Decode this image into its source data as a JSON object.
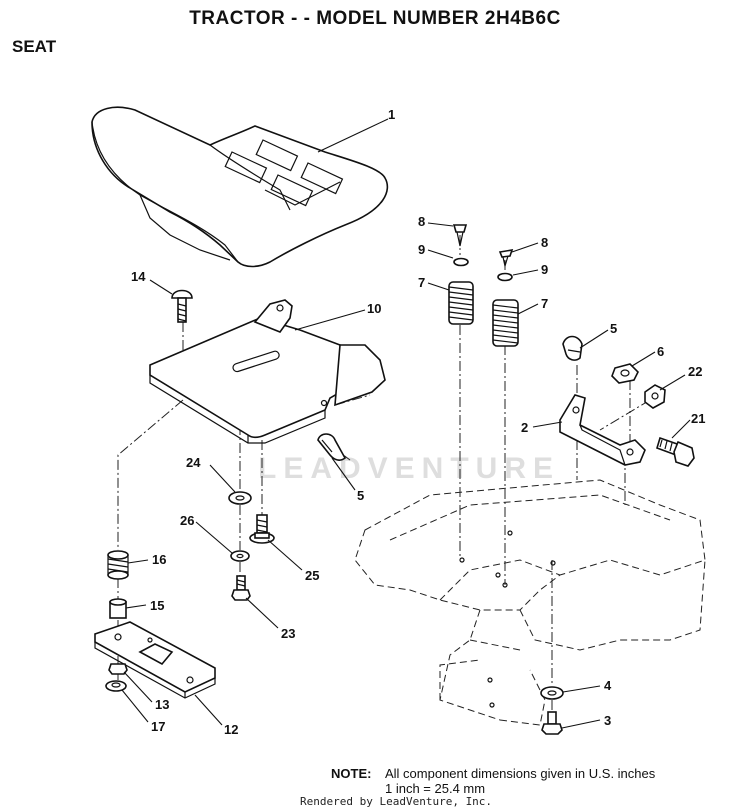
{
  "header": {
    "title": "TRACTOR - - MODEL NUMBER 2H4B6C",
    "section": "SEAT"
  },
  "callouts": [
    {
      "id": "c1",
      "label": "1"
    },
    {
      "id": "c14",
      "label": "14"
    },
    {
      "id": "c10",
      "label": "10"
    },
    {
      "id": "c8a",
      "label": "8"
    },
    {
      "id": "c9a",
      "label": "9"
    },
    {
      "id": "c7a",
      "label": "7"
    },
    {
      "id": "c8b",
      "label": "8"
    },
    {
      "id": "c9b",
      "label": "9"
    },
    {
      "id": "c7b",
      "label": "7"
    },
    {
      "id": "c5a",
      "label": "5"
    },
    {
      "id": "c6",
      "label": "6"
    },
    {
      "id": "c22",
      "label": "22"
    },
    {
      "id": "c2",
      "label": "2"
    },
    {
      "id": "c21",
      "label": "21"
    },
    {
      "id": "c24",
      "label": "24"
    },
    {
      "id": "c5b",
      "label": "5"
    },
    {
      "id": "c26",
      "label": "26"
    },
    {
      "id": "c25",
      "label": "25"
    },
    {
      "id": "c16",
      "label": "16"
    },
    {
      "id": "c15",
      "label": "15"
    },
    {
      "id": "c23",
      "label": "23"
    },
    {
      "id": "c13",
      "label": "13"
    },
    {
      "id": "c17",
      "label": "17"
    },
    {
      "id": "c12",
      "label": "12"
    },
    {
      "id": "c4",
      "label": "4"
    },
    {
      "id": "c3",
      "label": "3"
    }
  ],
  "note": {
    "label": "NOTE:",
    "line1": "All component dimensions given in U.S. inches",
    "line2": "1 inch = 25.4 mm"
  },
  "watermark": "LEADVENTURE",
  "credit": "Rendered by LeadVenture, Inc."
}
